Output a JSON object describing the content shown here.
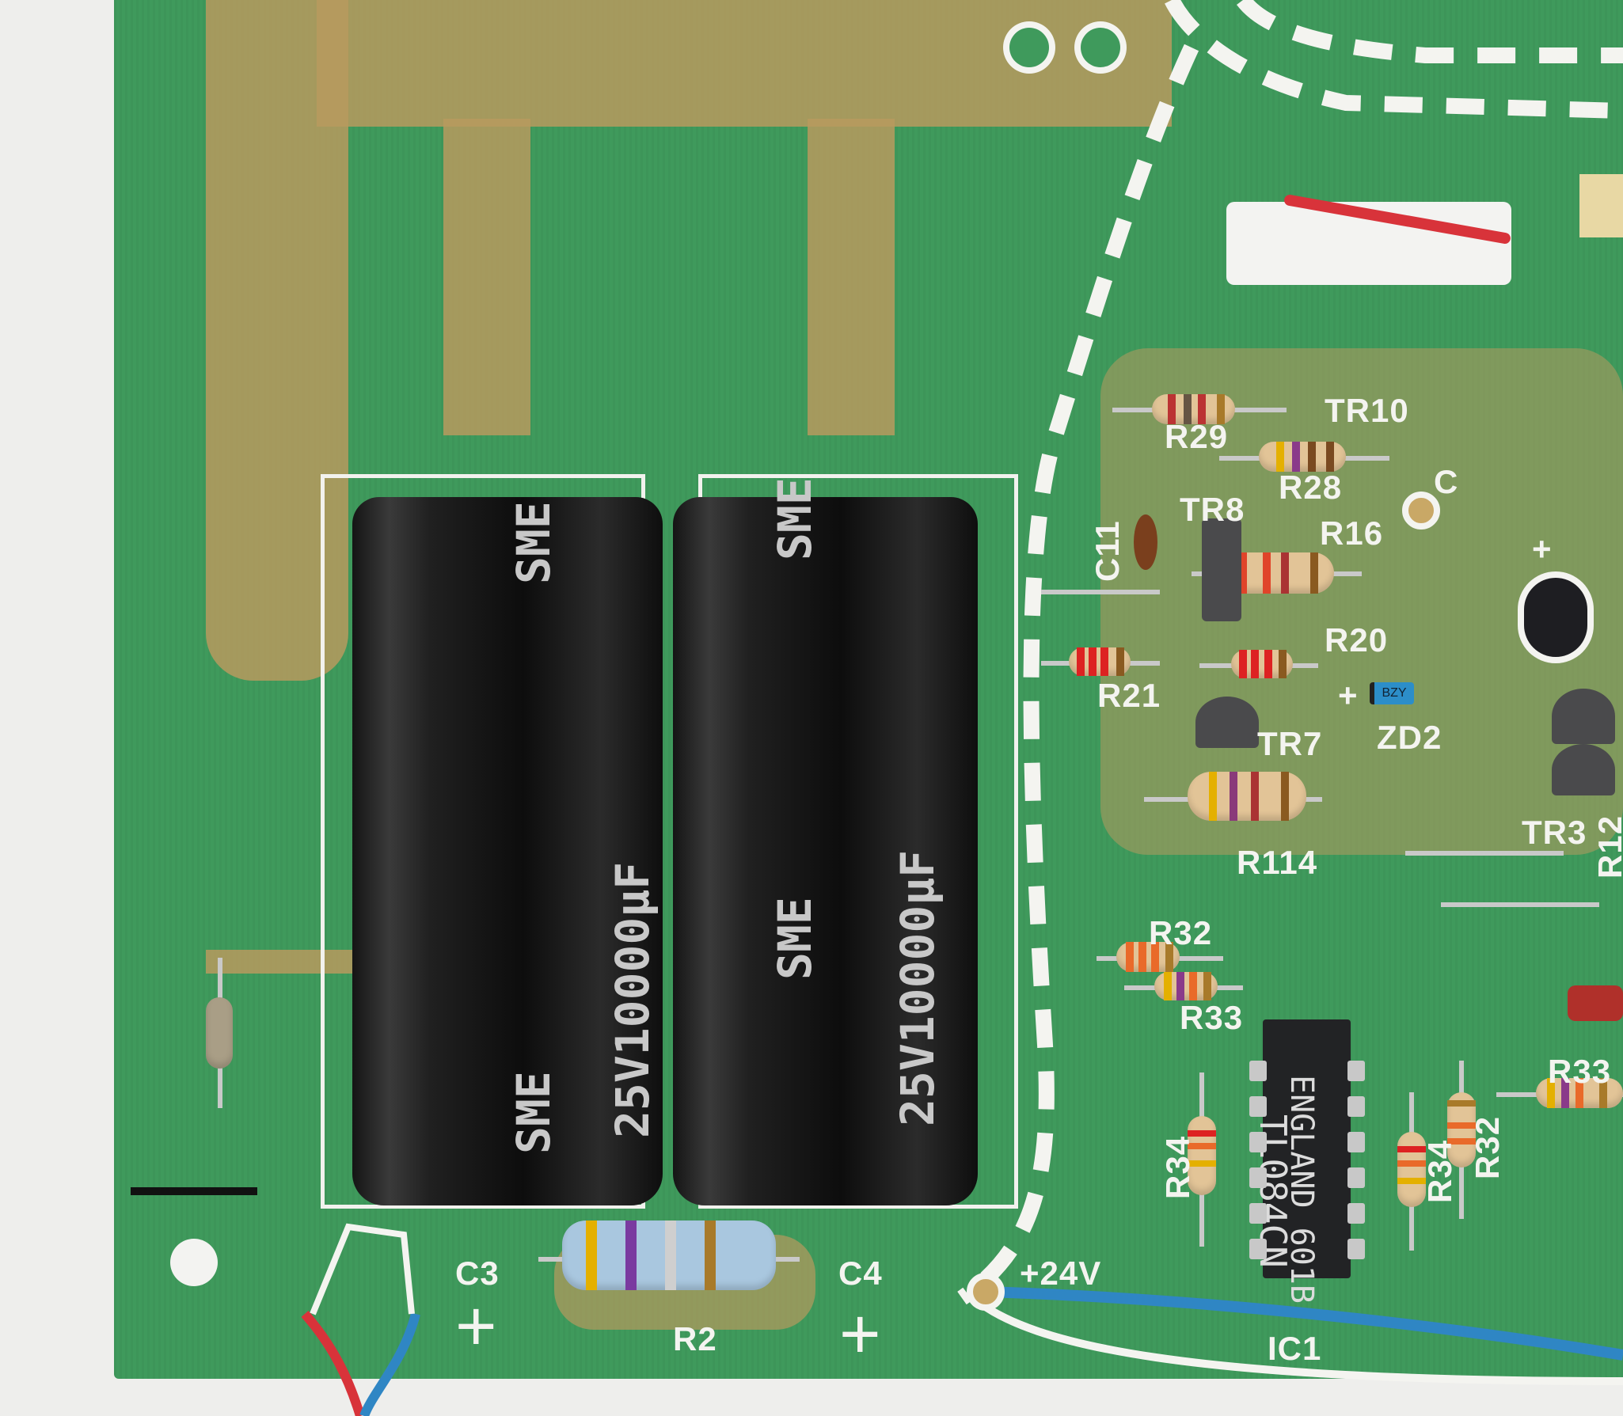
{
  "colors": {
    "board_green": "#3f9a5c",
    "trace_copper": "#b79a5e",
    "silkscreen": "#f4f4f0",
    "capacitor_body": "#151515",
    "wire_blue": "#2f86c4",
    "wire_red": "#d8333a"
  },
  "capacitors": [
    {
      "ref": "C3",
      "brand": "SME",
      "rating": "25V10000µF",
      "plus": "+"
    },
    {
      "ref": "C4",
      "brand": "SME",
      "rating": "25V10000µF",
      "plus": "+"
    }
  ],
  "silkscreen": {
    "r29": "R29",
    "tr10": "TR10",
    "r28": "R28",
    "c_test": "C",
    "tr8": "TR8",
    "r16": "R16",
    "c11": "C11",
    "r20": "R20",
    "r21": "R21",
    "zd2": "ZD2",
    "tr7": "TR7",
    "r114": "R114",
    "tr3": "TR3",
    "r12": "R12",
    "r32a": "R32",
    "r33a": "R33",
    "r33b": "R33",
    "r34a": "R34",
    "r34b": "R34",
    "r32b": "R32",
    "ic1": "IC1",
    "supply": "+24V",
    "r2": "R2",
    "plus_zd": "+",
    "plus_c": "+"
  },
  "ic": {
    "line1": "ENGLAND 601B",
    "line2": "TL084CN"
  },
  "diode_marking": "BZY"
}
